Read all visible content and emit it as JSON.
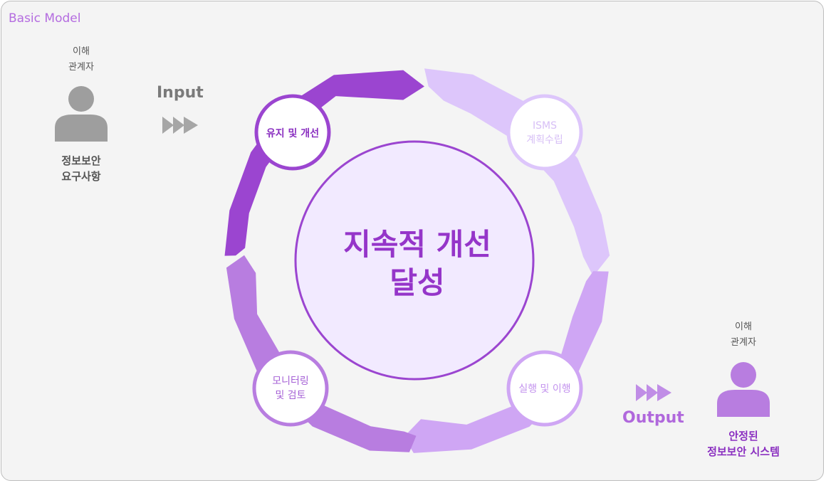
{
  "title": "Basic Model",
  "input": {
    "role_line1": "이해",
    "role_line2": "관계자",
    "req_line1": "정보보안",
    "req_line2": "요구사항",
    "flow_label": "Input"
  },
  "output": {
    "role_line1": "이해",
    "role_line2": "관계자",
    "result_line1": "안정된",
    "result_line2": "정보보안 시스템",
    "flow_label": "Output"
  },
  "center": {
    "line1": "지속적 개선",
    "line2": "달성"
  },
  "stages": {
    "plan": {
      "line1": "ISMS",
      "line2": "계획수립"
    },
    "do": {
      "line1": "실행 및 이행"
    },
    "check": {
      "line1": "모니터링",
      "line2": "및 검토"
    },
    "act": {
      "line1": "유지 및 개선"
    }
  },
  "colors": {
    "gray": "#9e9e9e",
    "purple_dark": "#9b45d0",
    "purple_mid": "#b87de0",
    "purple_light": "#cfa6f4",
    "purple_pale": "#ddc6fb",
    "center_fill": "#f2eaff",
    "center_text": "#9535c9"
  }
}
